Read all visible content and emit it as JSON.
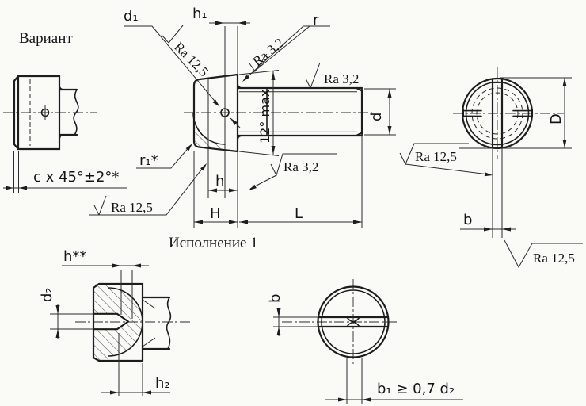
{
  "colors": {
    "background": "#fafaf7",
    "line": "#1d1d1d"
  },
  "labels": {
    "variant_title": "Вариант",
    "version_title": "Исполнение 1",
    "d1": "d₁",
    "h1": "h₁",
    "r": "r",
    "r1": "r₁*",
    "ra_12_5": "Ra 12,5",
    "ra_3_2": "Ra 3,2",
    "cone_angle": "12° max",
    "chamfer": "c x 45°±2°*",
    "h": "h",
    "H": "H",
    "L": "L",
    "d": "d",
    "D": "D",
    "b": "b",
    "h_star": "h**",
    "d2": "d₂",
    "h2": "h₂",
    "b1_formula": "b₁ ≥ 0,7 d₂"
  }
}
